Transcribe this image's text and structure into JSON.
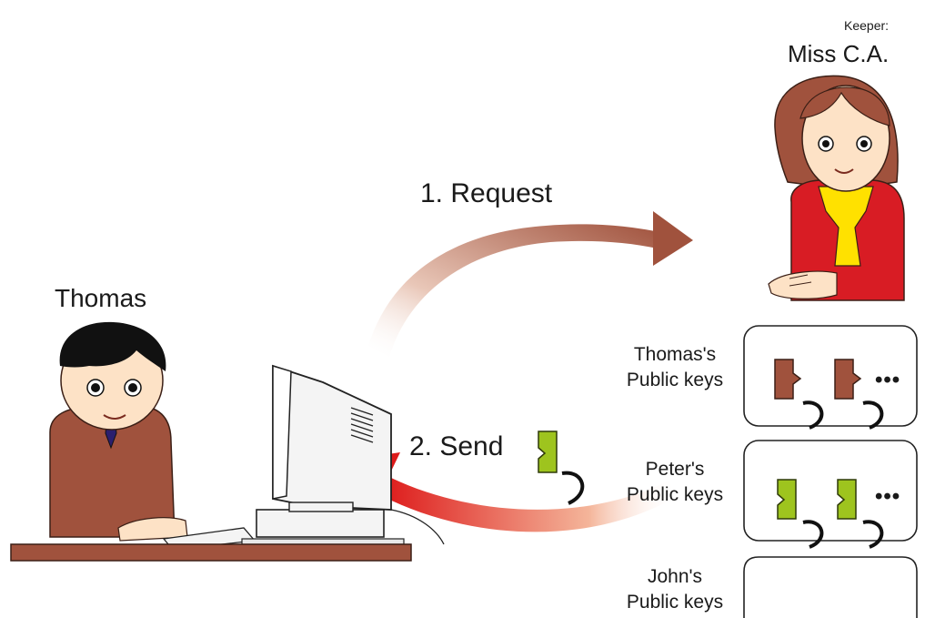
{
  "keeper": {
    "role": "Keeper:",
    "name": "Miss C.A."
  },
  "steps": {
    "request": "1. Request",
    "send": "2. Send"
  },
  "user": {
    "name": "Thomas"
  },
  "keyrings": [
    {
      "owner_line": "Thomas's",
      "type_line": "Public keys",
      "more": "•••"
    },
    {
      "owner_line": "Peter's",
      "type_line": "Public keys",
      "more": "•••"
    },
    {
      "owner_line": "John's",
      "type_line": "Public keys",
      "more": ""
    }
  ],
  "colors": {
    "request_arrow": "#a0523d",
    "send_arrow": "#dd1a1a",
    "thomas_key": "#a0523d",
    "peter_key": "#9ec41e",
    "keeper_jacket": "#d81c24",
    "keeper_scarf": "#ffe100",
    "thomas_jacket": "#a0523d"
  },
  "icons": [
    "keeper-character-icon",
    "thomas-character-icon",
    "computer-icon",
    "key-icon"
  ]
}
